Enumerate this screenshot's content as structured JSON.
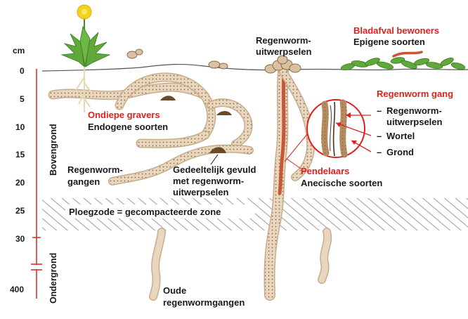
{
  "depth_axis": {
    "unit": "cm",
    "ticks": [
      "0",
      "5",
      "10",
      "15",
      "20",
      "25",
      "30",
      "400"
    ]
  },
  "zones": {
    "topsoil": "Bovengrond",
    "subsoil": "Ondergrond"
  },
  "compaction_zone": "Ploegzode = gecompacteerde zone",
  "labels": {
    "surface_casts": [
      "Regenworm-",
      "uitwerpselen"
    ],
    "burrows": [
      "Regenworm-",
      "gangen"
    ],
    "partially_filled": [
      "Gedeeltelijk gevuld",
      "met regenworm-",
      "uitwerpselen"
    ],
    "old_burrows": [
      "Oude",
      "regenwormgangen"
    ]
  },
  "groups": {
    "epigeic": {
      "title": "Bladafval bewoners",
      "subtitle": "Epigene soorten"
    },
    "endogeic": {
      "title": "Ondiepe gravers",
      "subtitle": "Endogene soorten"
    },
    "anecic": {
      "title": "Pendelaars",
      "subtitle": "Anecische soorten"
    }
  },
  "burrow_detail": {
    "title": "Regenworm gang",
    "items": [
      {
        "bullet": "–",
        "lines": [
          "Regenworm-",
          "uitwerpselen"
        ]
      },
      {
        "bullet": "–",
        "lines": [
          "Wortel"
        ]
      },
      {
        "bullet": "–",
        "lines": [
          "Grond"
        ]
      }
    ]
  },
  "colors": {
    "accent_red": "#e02020",
    "burrow_fill": "#e4cfb4",
    "burrow_dots": "#8a6a48",
    "hatch": "#9a9a9a",
    "leaf_green": "#5fa83a",
    "flower_yellow": "#f4d21a"
  }
}
